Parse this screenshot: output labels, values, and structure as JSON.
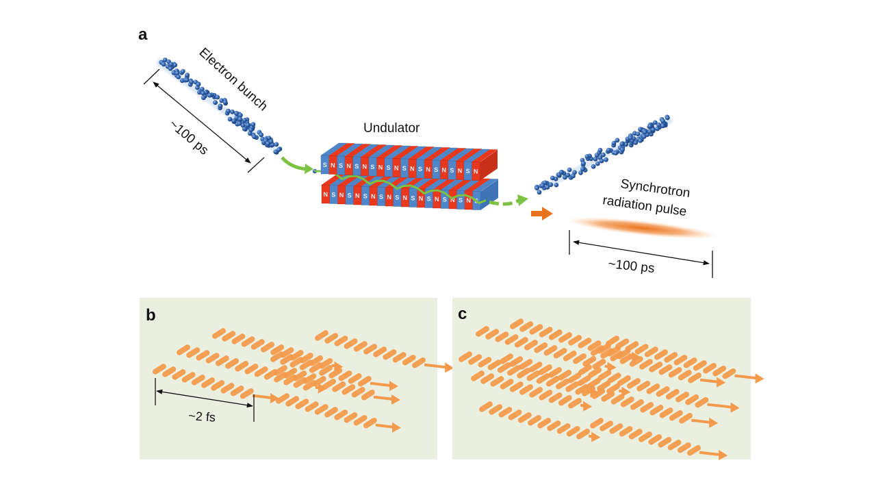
{
  "figure": {
    "panel_a": {
      "label": "a",
      "electron_bunch_label": "Electron bunch",
      "bunch_length_label": "~100 ps",
      "undulator_label": "Undulator",
      "pulse_label_line1": "Synchrotron",
      "pulse_label_line2": "radiation pulse",
      "pulse_length_label": "~100 ps",
      "undulator_top_row": [
        "S",
        "N",
        "S",
        "N",
        "S",
        "N",
        "S",
        "N",
        "S",
        "N",
        "S",
        "N",
        "S",
        "N",
        "S",
        "N",
        "S",
        "N",
        "S",
        "N"
      ],
      "undulator_bottom_row": [
        "N",
        "S",
        "N",
        "S",
        "N",
        "S",
        "N",
        "S",
        "N",
        "S",
        "N",
        "S",
        "N",
        "S",
        "N",
        "S",
        "N",
        "S",
        "N",
        "S"
      ]
    },
    "panel_b": {
      "label": "b",
      "duration_label": "~2 fs"
    },
    "panel_c": {
      "label": "c"
    },
    "colors": {
      "electron": "#2f63ad",
      "magnet_red": "#e8391e",
      "magnet_blue": "#4f86c9",
      "trajectory_green": "#7dc142",
      "photon_orange": "#f39a4c",
      "pulse_orange": "#f07d22",
      "panel_bg": "#ebefdf"
    }
  }
}
